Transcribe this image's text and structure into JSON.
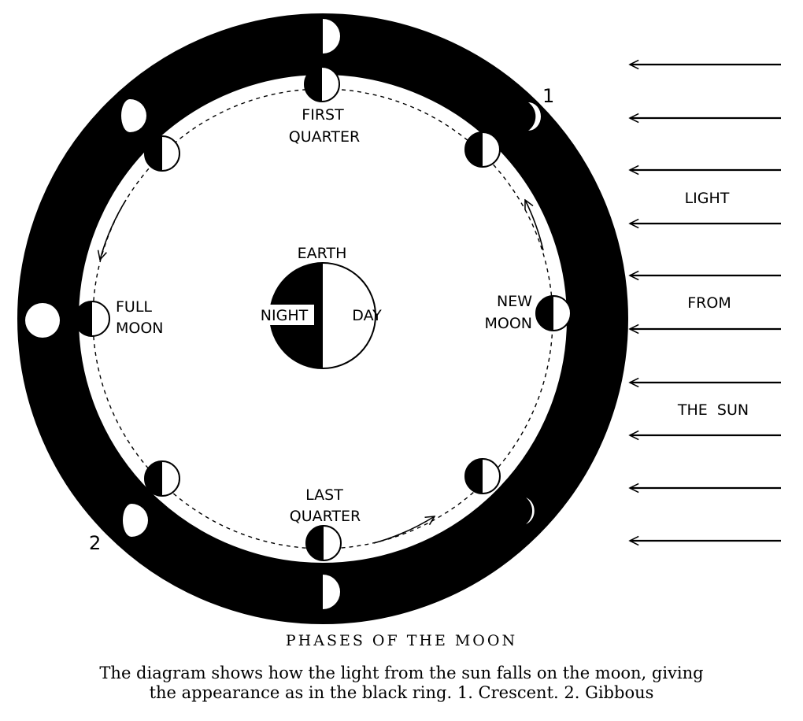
{
  "labels": {
    "earth": "EARTH",
    "night": "NIGHT",
    "day": "DAY",
    "first_quarter": [
      "FIRST",
      "QUARTER"
    ],
    "last_quarter": [
      "LAST",
      "QUARTER"
    ],
    "full_moon": [
      "FULL",
      "MOON"
    ],
    "new_moon": [
      "NEW",
      "MOON"
    ],
    "marker_1": "1",
    "marker_2": "2",
    "sun_light": [
      "LIGHT",
      "FROM",
      "THE  SUN"
    ]
  },
  "caption": {
    "title": "PHASES OF THE MOON",
    "line1": "The diagram shows how the light from the sun falls on the moon, giving",
    "line2": "the appearance as in the black ring.  1. Crescent.  2. Gibbous"
  },
  "colors": {
    "ink": "#000000",
    "paper": "#ffffff"
  }
}
